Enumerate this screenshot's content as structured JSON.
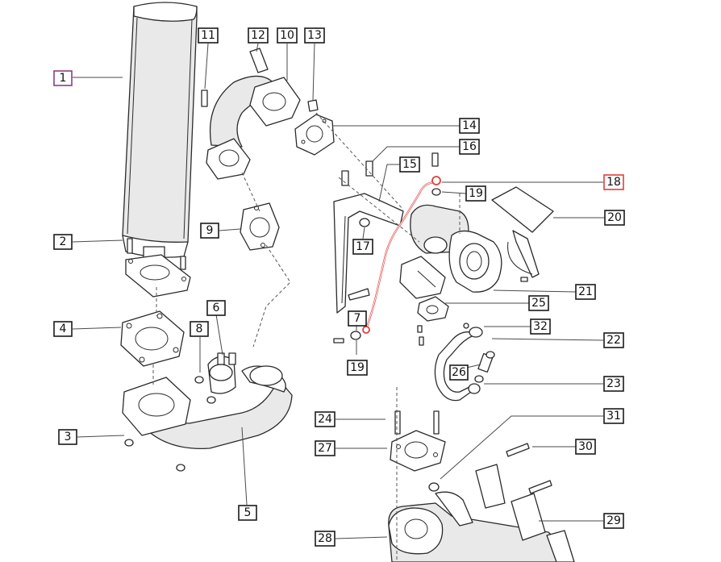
{
  "colors": {
    "highlight_box": "#e0403a",
    "highlight_pipe": "#e0403a",
    "purple_box": "#8a3f86",
    "ink": "#1a1a1a"
  },
  "callouts": [
    {
      "id": "1",
      "label": "1",
      "style": "purple"
    },
    {
      "id": "2",
      "label": "2"
    },
    {
      "id": "3",
      "label": "3"
    },
    {
      "id": "4",
      "label": "4"
    },
    {
      "id": "5",
      "label": "5"
    },
    {
      "id": "6",
      "label": "6"
    },
    {
      "id": "7",
      "label": "7"
    },
    {
      "id": "8",
      "label": "8"
    },
    {
      "id": "9",
      "label": "9"
    },
    {
      "id": "10",
      "label": "10"
    },
    {
      "id": "11",
      "label": "11"
    },
    {
      "id": "12",
      "label": "12"
    },
    {
      "id": "13",
      "label": "13"
    },
    {
      "id": "14",
      "label": "14"
    },
    {
      "id": "15",
      "label": "15"
    },
    {
      "id": "16",
      "label": "16"
    },
    {
      "id": "17",
      "label": "17"
    },
    {
      "id": "18",
      "label": "18",
      "style": "highlight"
    },
    {
      "id": "19a",
      "label": "19"
    },
    {
      "id": "19b",
      "label": "19"
    },
    {
      "id": "20",
      "label": "20"
    },
    {
      "id": "21",
      "label": "21"
    },
    {
      "id": "22",
      "label": "22"
    },
    {
      "id": "23",
      "label": "23"
    },
    {
      "id": "24",
      "label": "24"
    },
    {
      "id": "25",
      "label": "25"
    },
    {
      "id": "26",
      "label": "26"
    },
    {
      "id": "27",
      "label": "27"
    },
    {
      "id": "28",
      "label": "28"
    },
    {
      "id": "29",
      "label": "29"
    },
    {
      "id": "30",
      "label": "30"
    },
    {
      "id": "31",
      "label": "31"
    },
    {
      "id": "32",
      "label": "32"
    }
  ]
}
